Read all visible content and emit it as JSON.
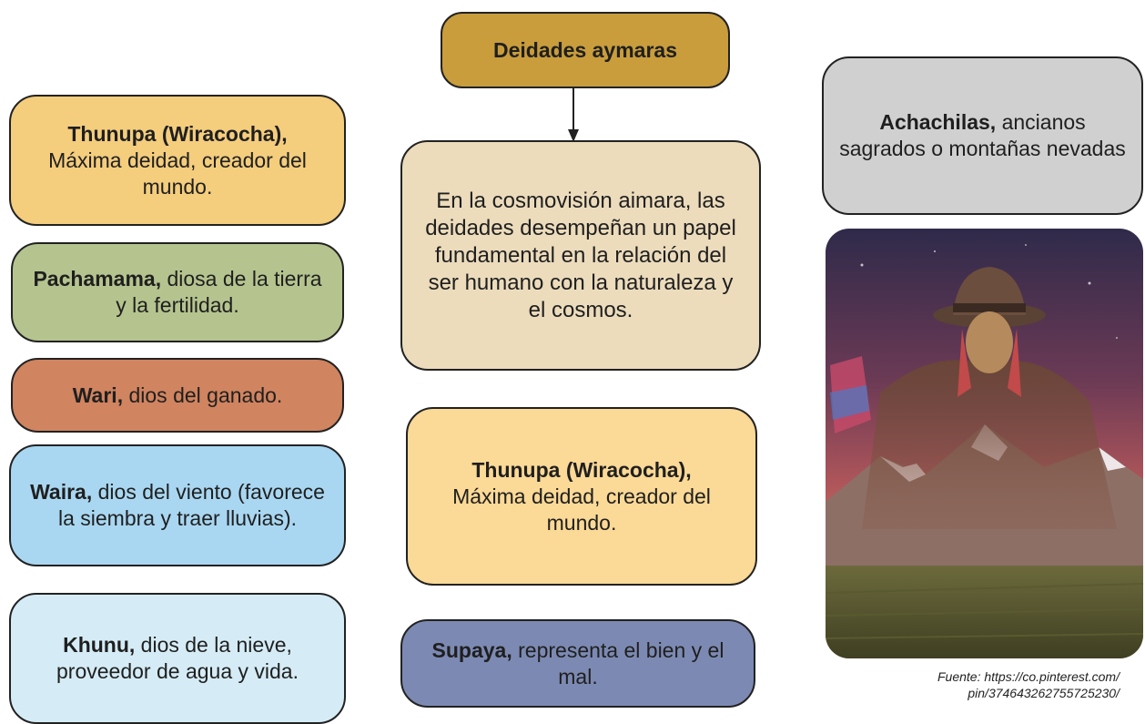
{
  "diagram": {
    "title": "Deidades aymaras",
    "center_text": "En la cosmovisión aimara, las deidades desempeñan un papel fundamental en la relación del ser humano con la naturaleza y el cosmos.",
    "left_boxes": [
      {
        "bold": "Thunupa (Wiracocha),",
        "rest": "Máxima deidad, creador del mundo.",
        "color": "#f4cd7d"
      },
      {
        "bold": "Pachamama,",
        "rest": "diosa de la tierra y la fertilidad.",
        "color": "#b5c48e"
      },
      {
        "bold": "Wari,",
        "rest": "dios del ganado.",
        "color": "#d0845f"
      },
      {
        "bold": "Waira,",
        "rest": "dios del viento (favorece la siembra y traer lluvias).",
        "color": "#a9d7f1"
      },
      {
        "bold": "Khunu,",
        "rest": "dios de la nieve, proveedor de agua y vida.",
        "color": "#d5ecf6"
      }
    ],
    "center_boxes": [
      {
        "bold": "Thunupa (Wiracocha),",
        "rest": "Máxima deidad, creador del mundo.",
        "color": "#fbd996"
      },
      {
        "bold": "Supaya,",
        "rest": "representa el bien y el mal.",
        "color": "#7c8ab3"
      }
    ],
    "right_box": {
      "bold": "Achachilas,",
      "rest": "ancianos sagrados o montañas nevadas",
      "color": "#d0d0d0"
    },
    "source_line1": "Fuente: https://co.pinterest.com/",
    "source_line2": "pin/374643262755725230/",
    "colors": {
      "title": "#c99d3c",
      "center": "#ecdcbc",
      "border": "#222222"
    }
  }
}
